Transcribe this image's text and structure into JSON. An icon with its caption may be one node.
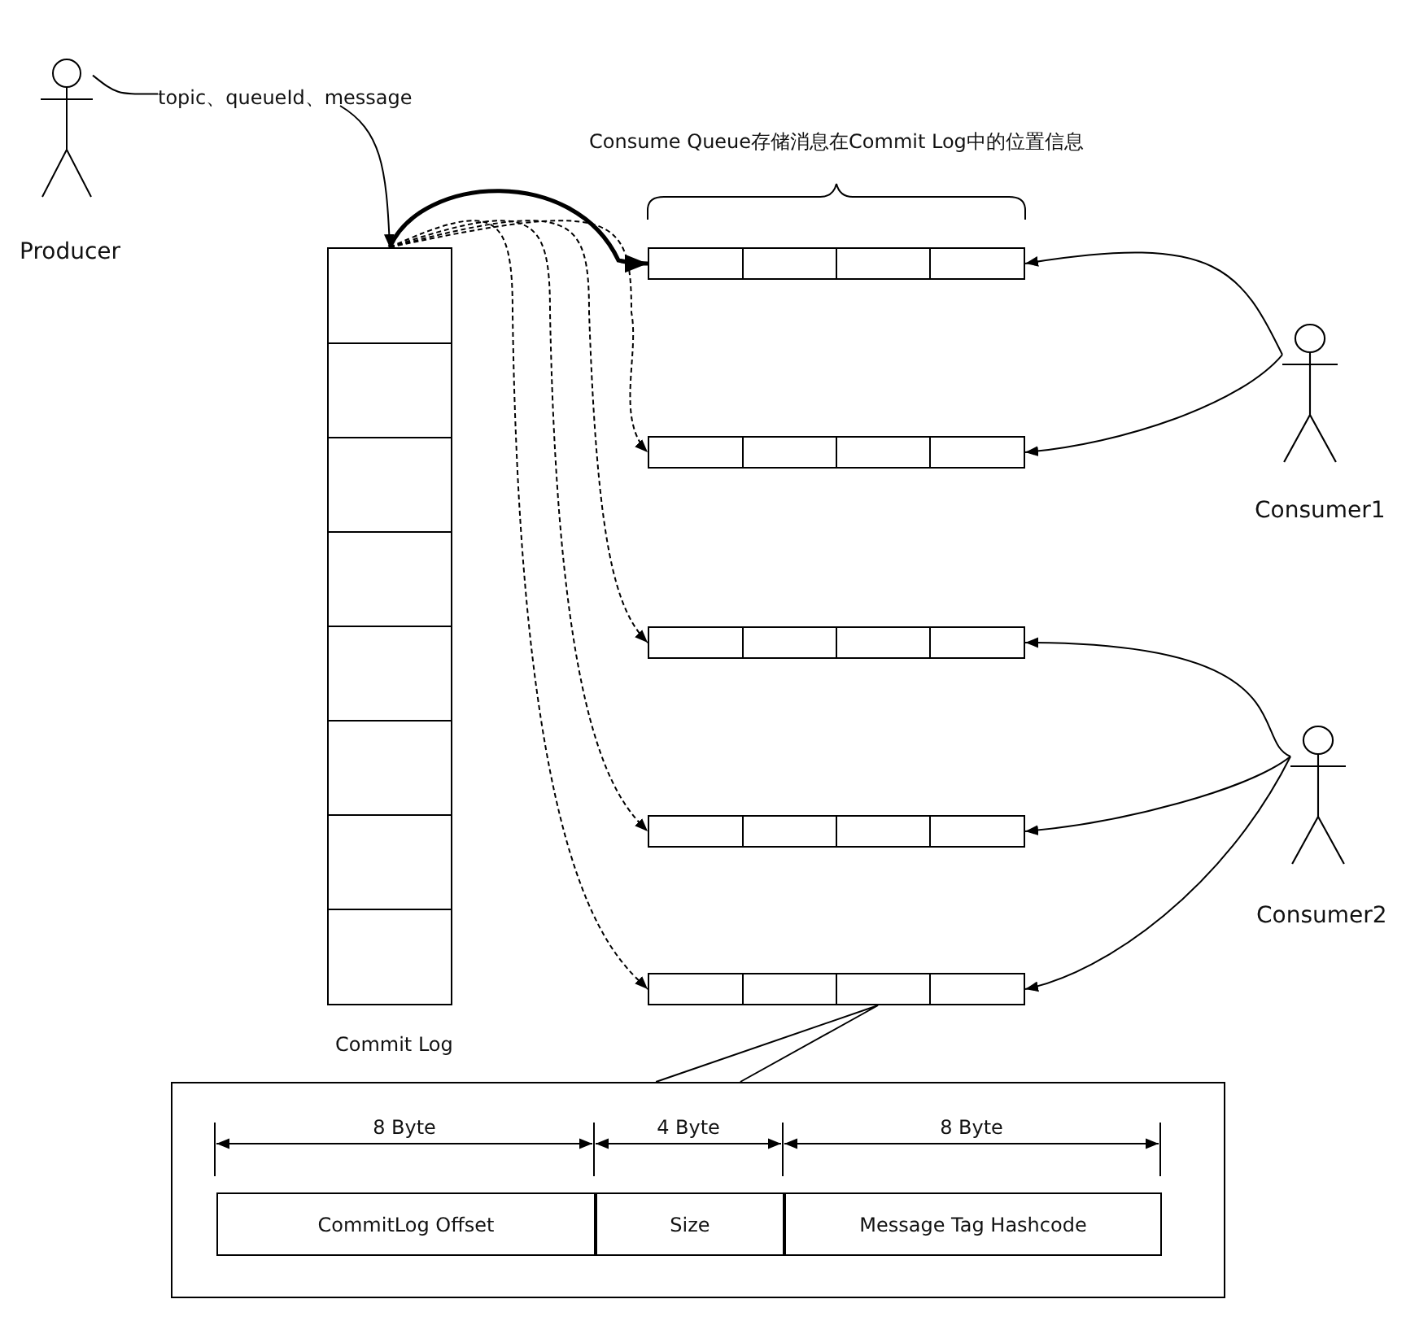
{
  "diagram": {
    "nodes": [
      {
        "text": [],
        "shape": "person",
        "beside": [
          "Producer"
        ]
      },
      {
        "text": [
          "topic、queueId、message"
        ]
      },
      {
        "text": [],
        "shape": "box",
        "beside": [
          "Commit Log"
        ]
      },
      {
        "text": [],
        "shape": "bar"
      },
      {
        "text": [],
        "shape": "bar"
      },
      {
        "text": [],
        "shape": "bar"
      },
      {
        "text": [],
        "shape": "bar"
      },
      {
        "text": [],
        "shape": "bar"
      },
      {
        "text": [],
        "shape": "person",
        "beside": [
          "Consumer1"
        ]
      },
      {
        "text": [],
        "shape": "person",
        "beside": [
          "Consumer2"
        ]
      },
      {
        "text": [],
        "shape": "box"
      },
      {
        "text": [
          "CommitLog Offset"
        ],
        "in": 10
      },
      {
        "text": [
          "Size"
        ],
        "in": 10
      },
      {
        "text": [
          "Message Tag Hashcode"
        ],
        "in": 10
      }
    ],
    "edges": [
      {
        "from": 0,
        "to": 1,
        "arrow": "none"
      },
      {
        "from": 1,
        "to": 2,
        "arrow": "to"
      },
      {
        "from": 2,
        "to": 3,
        "arrow": "to",
        "style": "thick"
      },
      {
        "from": 2,
        "to": 4,
        "arrow": "to",
        "style": "dashed"
      },
      {
        "from": 2,
        "to": 5,
        "arrow": "to",
        "style": "dashed"
      },
      {
        "from": 2,
        "to": 6,
        "arrow": "to",
        "style": "dashed"
      },
      {
        "from": 2,
        "to": 7,
        "arrow": "to",
        "style": "dashed"
      },
      {
        "from": 8,
        "to": 3,
        "arrow": "to"
      },
      {
        "from": 8,
        "to": 4,
        "arrow": "to"
      },
      {
        "from": 9,
        "to": 5,
        "arrow": "to"
      },
      {
        "from": 9,
        "to": 6,
        "arrow": "to"
      },
      {
        "from": 9,
        "to": 7,
        "arrow": "to"
      },
      {
        "from": 7,
        "to": 10,
        "arrow": "none"
      }
    ],
    "labels": [
      "Consume Queue存储消息在Commit Log中的位置信息",
      "8 Byte",
      "4 Byte",
      "8 Byte"
    ]
  }
}
